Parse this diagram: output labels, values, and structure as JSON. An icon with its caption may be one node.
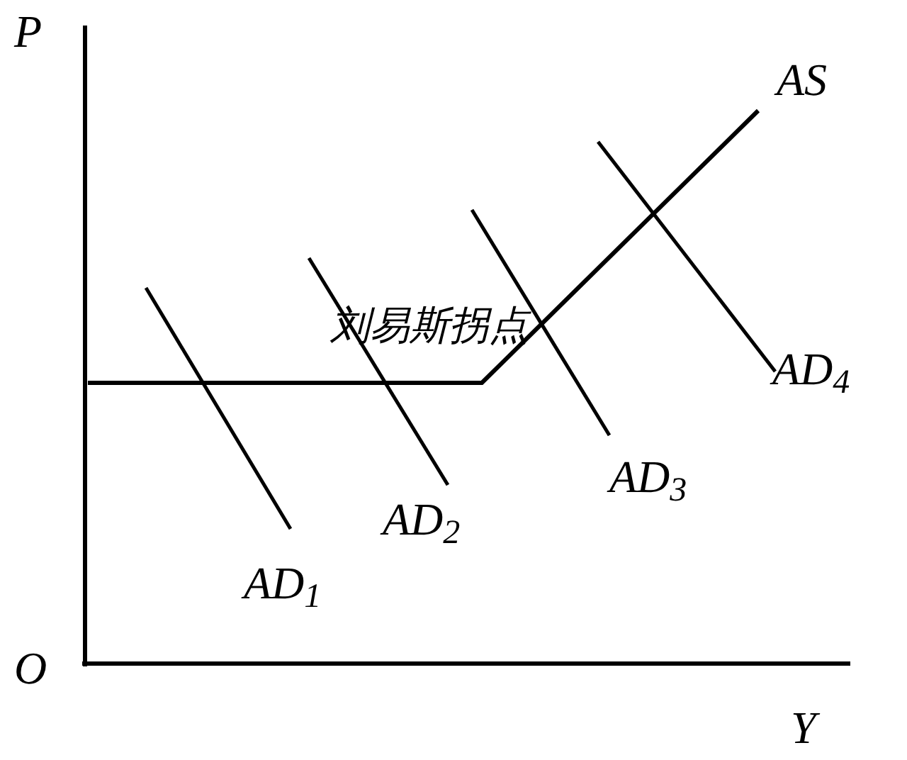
{
  "diagram": {
    "labels": [
      "P",
      "AS",
      "刘易斯拐点",
      "AD$_{4}$",
      "AD$_{3}$",
      "AD$_{2}$",
      "AD$_{1}$",
      "O",
      "Y"
    ]
  }
}
